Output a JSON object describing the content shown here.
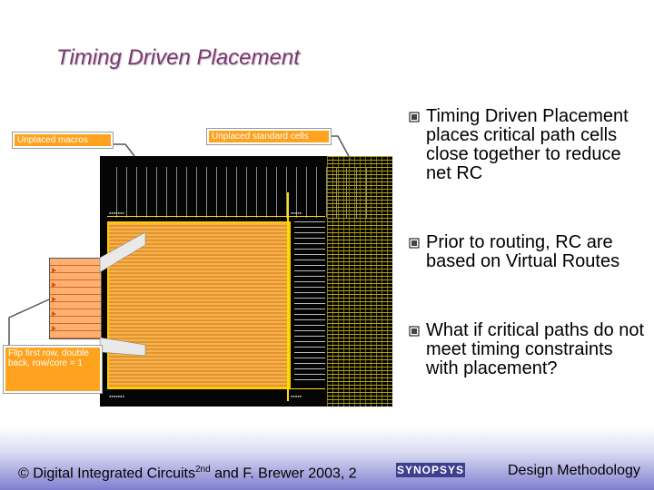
{
  "slide": {
    "title": "Timing Driven Placement"
  },
  "figure": {
    "callouts": {
      "unplaced_macros": "Unplaced macros",
      "unplaced_cells": "Unplaced standard cells",
      "flip_note": "Flip first row, double back, row/core = 1"
    }
  },
  "bullets": [
    "Timing Driven Placement places critical path cells close together to reduce net RC",
    "Prior to routing, RC are based on Virtual Routes",
    "What if critical paths do not meet timing constraints with placement?"
  ],
  "footer": {
    "copyright_prefix": "© Digital Integrated Circuits",
    "copyright_sup": "2nd",
    "copyright_suffix": " and F. Brewer 2003, 2",
    "logo": "SYNOPSYS",
    "section": "Design Methodology"
  },
  "colors": {
    "title": "#7a3a6e",
    "callout": "#ffa21d",
    "core": "#f0a038"
  }
}
